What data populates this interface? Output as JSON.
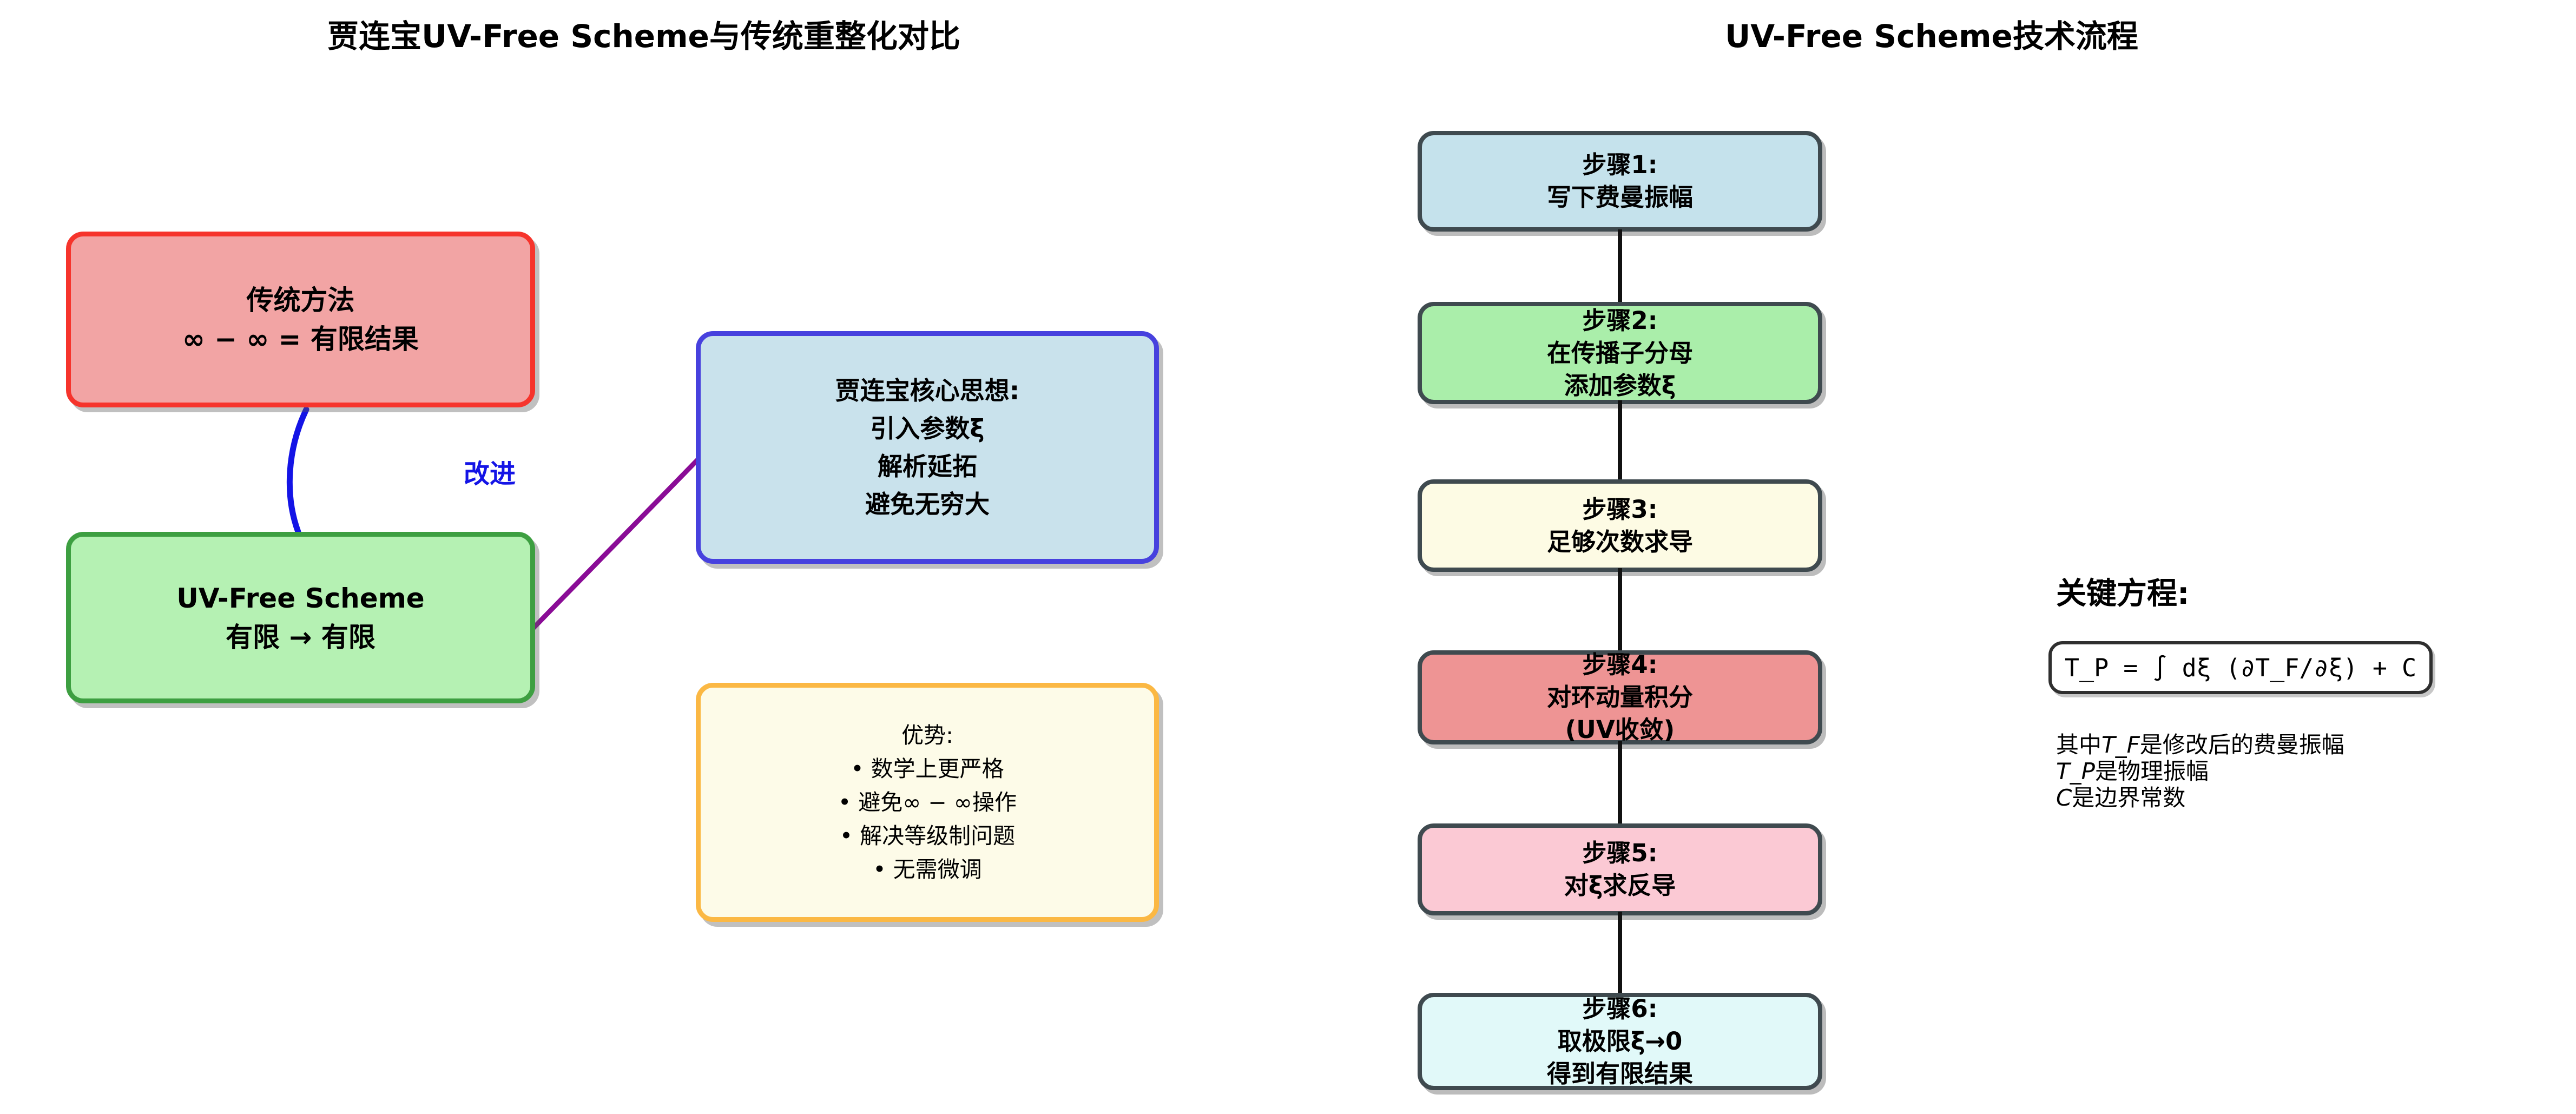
{
  "left_panel": {
    "title": "贾连宝UV-Free Scheme与传统重整化对比",
    "traditional_box": {
      "title": "传统方法",
      "formula": "∞ − ∞ = 有限结果"
    },
    "uv_free_box": {
      "title": "UV-Free Scheme",
      "formula": "有限 → 有限"
    },
    "improve_label": "改进",
    "core_idea_box": {
      "title": "贾连宝核心思想:",
      "lines": [
        "引入参数ξ",
        "解析延拓",
        "避免无穷大"
      ]
    },
    "advantages_box": {
      "title": "优势:",
      "items": [
        "• 数学上更严格",
        "• 避免∞ − ∞操作",
        "• 解决等级制问题",
        "• 无需微调"
      ]
    }
  },
  "right_panel": {
    "title": "UV-Free Scheme技术流程",
    "steps": [
      {
        "label": "步骤1:",
        "lines": [
          "写下费曼振幅"
        ]
      },
      {
        "label": "步骤2:",
        "lines": [
          "在传播子分母",
          "添加参数ξ"
        ]
      },
      {
        "label": "步骤3:",
        "lines": [
          "足够次数求导"
        ]
      },
      {
        "label": "步骤4:",
        "lines": [
          "对环动量积分",
          "(UV收敛)"
        ]
      },
      {
        "label": "步骤5:",
        "lines": [
          "对ξ求反导"
        ]
      },
      {
        "label": "步骤6:",
        "lines": [
          "取极限ξ→0",
          "得到有限结果"
        ]
      }
    ],
    "equation_section": {
      "heading": "关键方程:",
      "equation": "T_P = ∫ dξ (∂T_F/∂ξ) + C",
      "notes": [
        {
          "prefix": "其中",
          "math": "T_F",
          "suffix": "是修改后的费曼振幅"
        },
        {
          "prefix": "",
          "math": "T_P",
          "suffix": "是物理振幅"
        },
        {
          "prefix": "",
          "math": "C",
          "suffix": "是边界常数"
        }
      ]
    }
  },
  "colors": {
    "background": "#ffffff",
    "traditional_fill": "#f2a4a4",
    "traditional_border": "#f6342c",
    "uv_free_fill": "#b5f1b3",
    "uv_free_border": "#3d9f41",
    "core_idea_fill": "#c9e2ec",
    "core_idea_border": "#4741de",
    "advantages_fill": "#fdfbe8",
    "advantages_border": "#fbb844",
    "improve_arrow": "#1414e6",
    "core_connector_line": "#8a0c96",
    "step_border": "#3f4a4f",
    "step_fills": [
      "#c5e2ec",
      "#aaeeaa",
      "#fdfbe4",
      "#ee9494",
      "#fbc9d4",
      "#e1f9f9"
    ],
    "flow_connector": "#111111",
    "equation_border": "#2f2f2f"
  }
}
